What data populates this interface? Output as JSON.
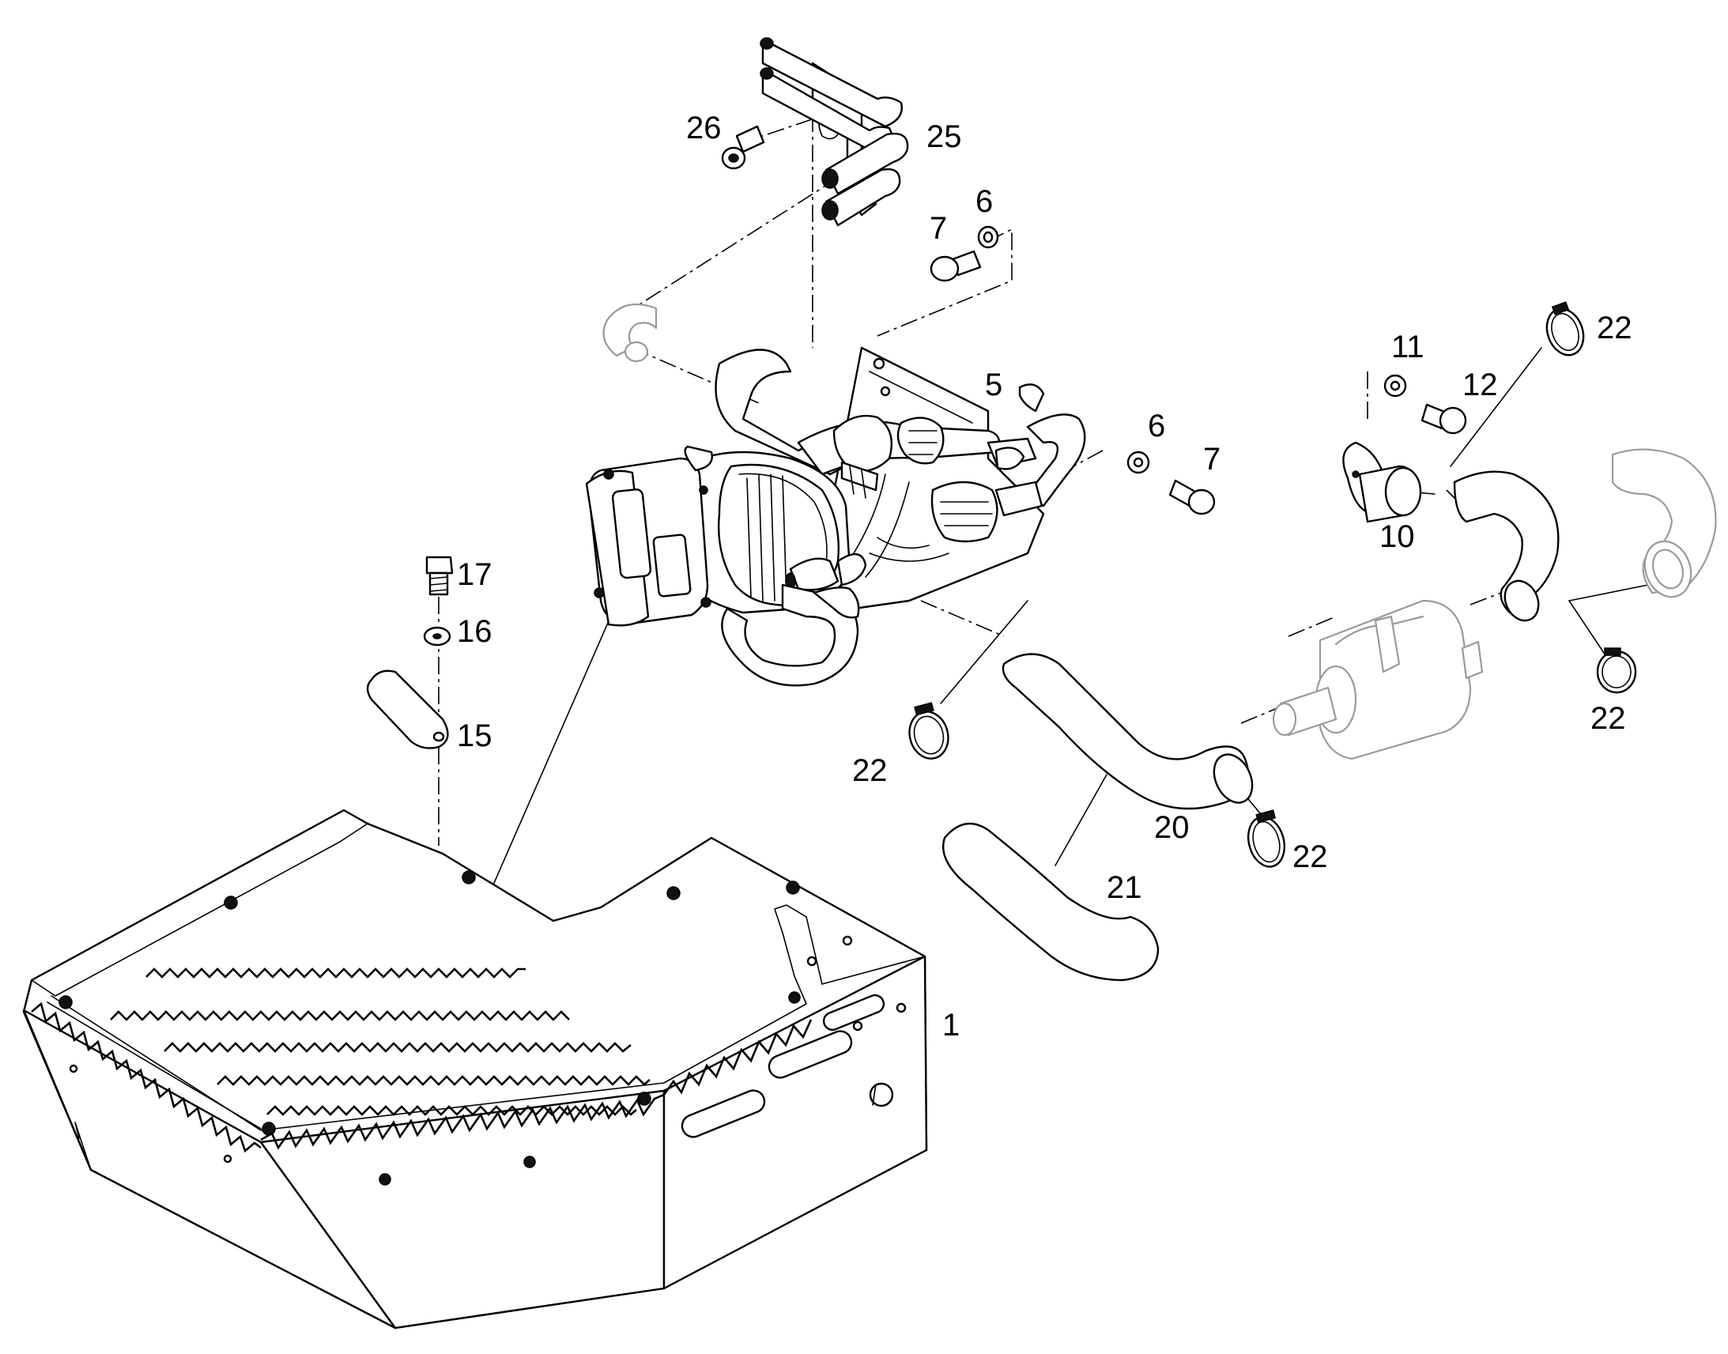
{
  "callouts": [
    {
      "id": "c26",
      "text": "26"
    },
    {
      "id": "c25",
      "text": "25"
    },
    {
      "id": "c7a",
      "text": "7"
    },
    {
      "id": "c6a",
      "text": "6"
    },
    {
      "id": "c5",
      "text": "5"
    },
    {
      "id": "c6b",
      "text": "6"
    },
    {
      "id": "c7b",
      "text": "7"
    },
    {
      "id": "c11",
      "text": "11"
    },
    {
      "id": "c12",
      "text": "12"
    },
    {
      "id": "c10",
      "text": "10"
    },
    {
      "id": "c22a",
      "text": "22"
    },
    {
      "id": "c22b",
      "text": "22"
    },
    {
      "id": "c22c",
      "text": "22"
    },
    {
      "id": "c22d",
      "text": "22"
    },
    {
      "id": "c17",
      "text": "17"
    },
    {
      "id": "c16",
      "text": "16"
    },
    {
      "id": "c15",
      "text": "15"
    },
    {
      "id": "c20",
      "text": "20"
    },
    {
      "id": "c21",
      "text": "21"
    },
    {
      "id": "c1",
      "text": "1"
    }
  ]
}
